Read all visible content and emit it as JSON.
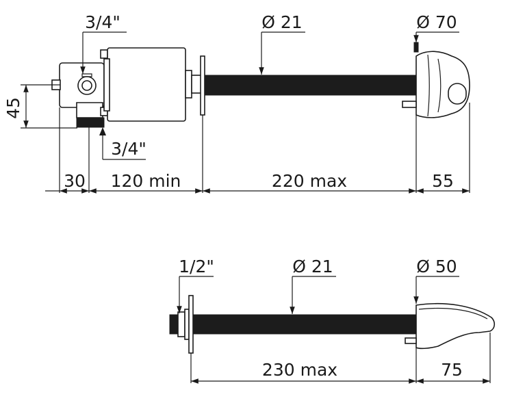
{
  "top_assembly": {
    "inlet_top_label": "3/4\"",
    "inlet_bottom_label": "3/4\"",
    "height_label": "45",
    "pipe_diameter_label": "Ø 21",
    "head_diameter_label": "Ø 70",
    "dim_30": "30",
    "dim_120": "120 min",
    "dim_220": "220 max",
    "dim_55": "55"
  },
  "bottom_assembly": {
    "thread_label": "1/2\"",
    "pipe_diameter_label": "Ø 21",
    "spout_diameter_label": "Ø 50",
    "dim_230": "230 max",
    "dim_75": "75"
  },
  "colors": {
    "line": "#1a1a1a",
    "fill_dark": "#1c1c1c",
    "background": "#ffffff"
  }
}
